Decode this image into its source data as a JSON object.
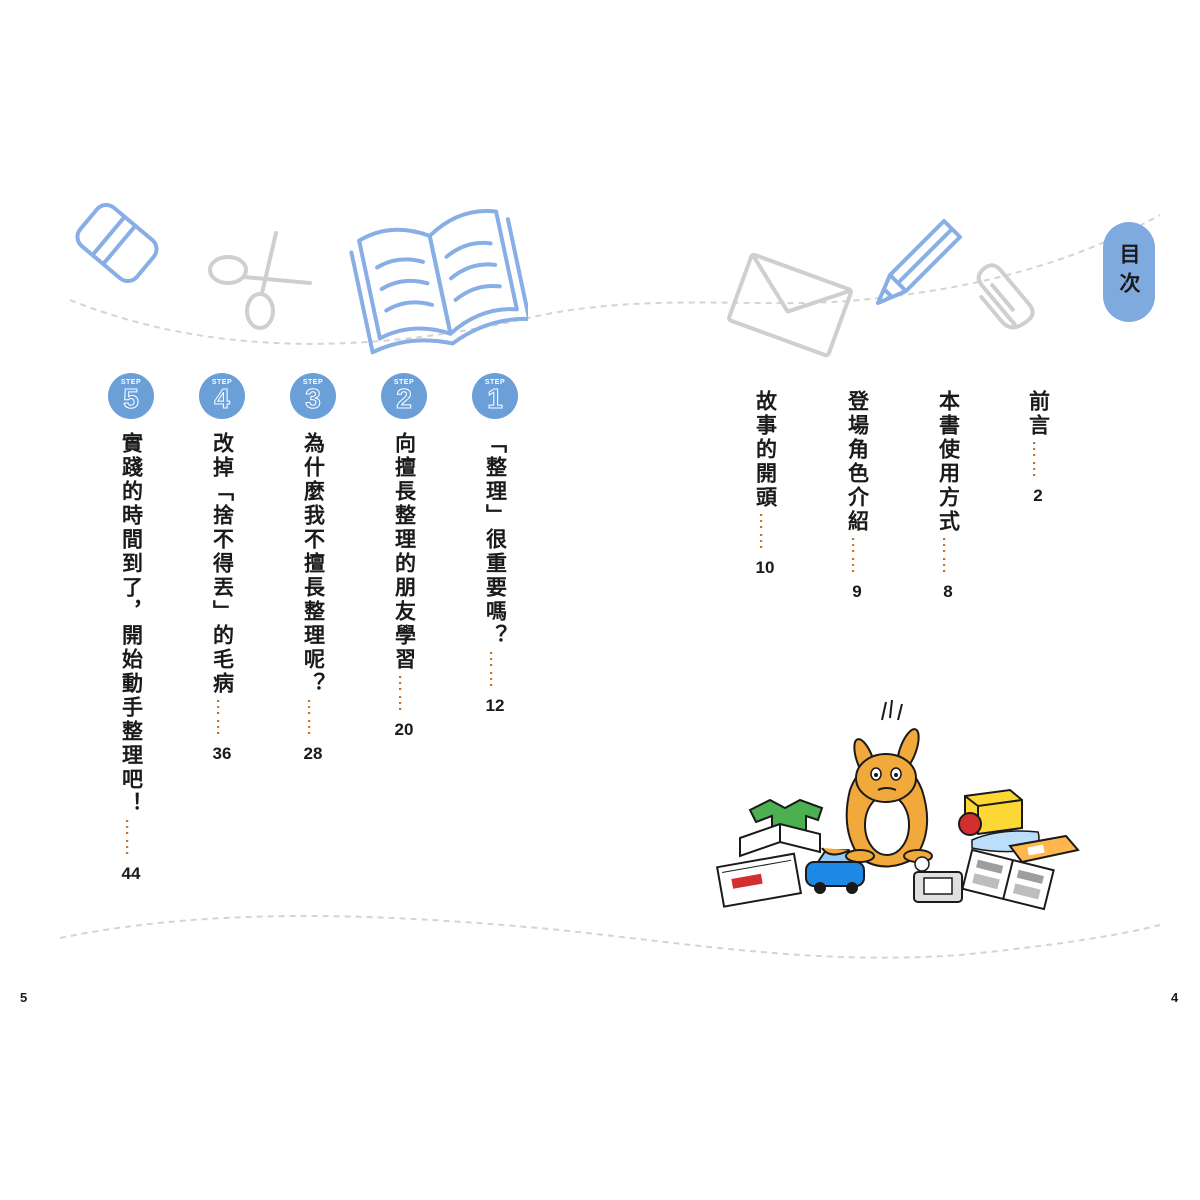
{
  "toc_title": "目次",
  "page_numbers": {
    "left": "5",
    "right": "4"
  },
  "right_entries": [
    {
      "title": "前言",
      "dots": "……",
      "page": "2"
    },
    {
      "title": "本書使用方式",
      "dots": "……",
      "page": "8"
    },
    {
      "title": "登場角色介紹",
      "dots": "……",
      "page": "9"
    },
    {
      "title": "故事的開頭",
      "dots": "……",
      "page": "10"
    }
  ],
  "steps": [
    {
      "label": "STEP",
      "num": "1",
      "title": "「整理」很重要嗎？",
      "dots": "……",
      "page": "12"
    },
    {
      "label": "STEP",
      "num": "2",
      "title": "向擅長整理的朋友學習",
      "dots": "……",
      "page": "20"
    },
    {
      "label": "STEP",
      "num": "3",
      "title": "為什麼我不擅長整理呢？",
      "dots": "……",
      "page": "28"
    },
    {
      "label": "STEP",
      "num": "4",
      "title": "改掉「捨不得丟」的毛病",
      "dots": "……",
      "page": "36"
    },
    {
      "label": "STEP",
      "num": "5",
      "title": "實踐的時間到了，開始動手整理吧！",
      "dots": "……",
      "page": "44"
    }
  ],
  "icons": [
    "eraser-icon",
    "scissors-icon",
    "book-icon",
    "envelope-icon",
    "pencil-icon",
    "paperclip-icon"
  ],
  "colors": {
    "accent_blue": "#6a9fd8",
    "badge_blue": "#7eaadf",
    "dots_orange": "#c06a10",
    "line_gray": "#cfcfcf"
  }
}
